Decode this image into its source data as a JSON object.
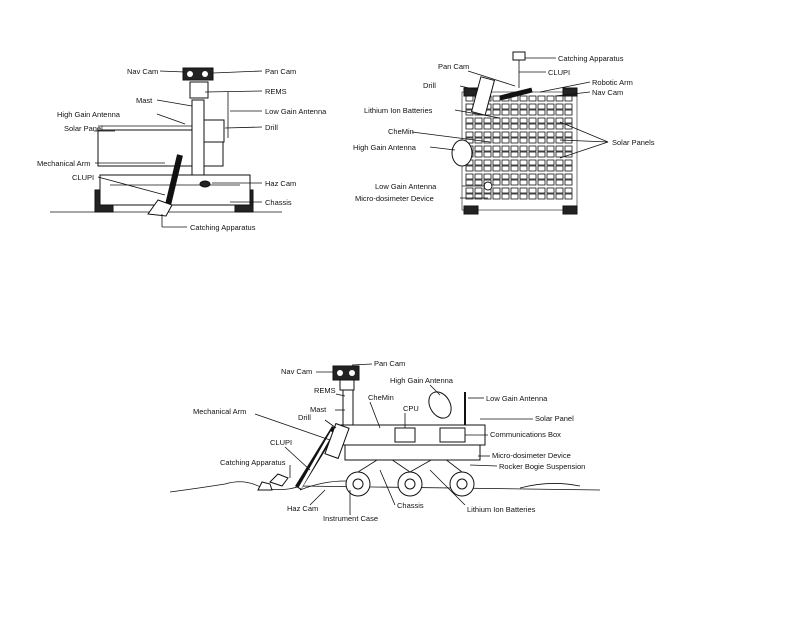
{
  "diagrams": {
    "front": {
      "labels": {
        "nav_cam": "Nav Cam",
        "pan_cam": "Pan Cam",
        "rems": "REMS",
        "mast": "Mast",
        "low_gain_antenna": "Low Gain Antenna",
        "high_gain_antenna": "High Gain Antenna",
        "drill": "Drill",
        "solar_panel": "Solar Panel",
        "mechanical_arm": "Mechanical Arm",
        "clupi": "CLUPI",
        "haz_cam": "Haz Cam",
        "chassis": "Chassis",
        "catching_apparatus": "Catching Apparatus"
      }
    },
    "top": {
      "labels": {
        "catching_apparatus": "Catching Apparatus",
        "pan_cam": "Pan Cam",
        "clupi": "CLUPI",
        "drill": "Drill",
        "robotic_arm": "Robotic Arm",
        "nav_cam": "Nav Cam",
        "lithium_ion_batteries": "Lithium Ion Batteries",
        "chemin": "CheMin",
        "high_gain_antenna": "High Gain Antenna",
        "solar_panels": "Solar Panels",
        "low_gain_antenna": "Low Gain Antenna",
        "micro_dosimeter": "Micro-dosimeter Device"
      }
    },
    "side": {
      "labels": {
        "pan_cam": "Pan Cam",
        "nav_cam": "Nav Cam",
        "high_gain_antenna": "High Gain Antenna",
        "rems": "REMS",
        "low_gain_antenna": "Low Gain Antenna",
        "mechanical_arm": "Mechanical Arm",
        "chemin": "CheMin",
        "mast": "Mast",
        "cpu": "CPU",
        "solar_panel": "Solar Panel",
        "drill": "Drill",
        "communications_box": "Communications Box",
        "clupi": "CLUPI",
        "micro_dosimeter": "Micro-dosimeter Device",
        "catching_apparatus": "Catching Apparatus",
        "rocker_bogie": "Rocker Bogie Suspension",
        "haz_cam": "Haz Cam",
        "chassis": "Chassis",
        "lithium_ion_batteries": "Lithium Ion Batteries",
        "instrument_case": "Instrument Case"
      }
    }
  }
}
